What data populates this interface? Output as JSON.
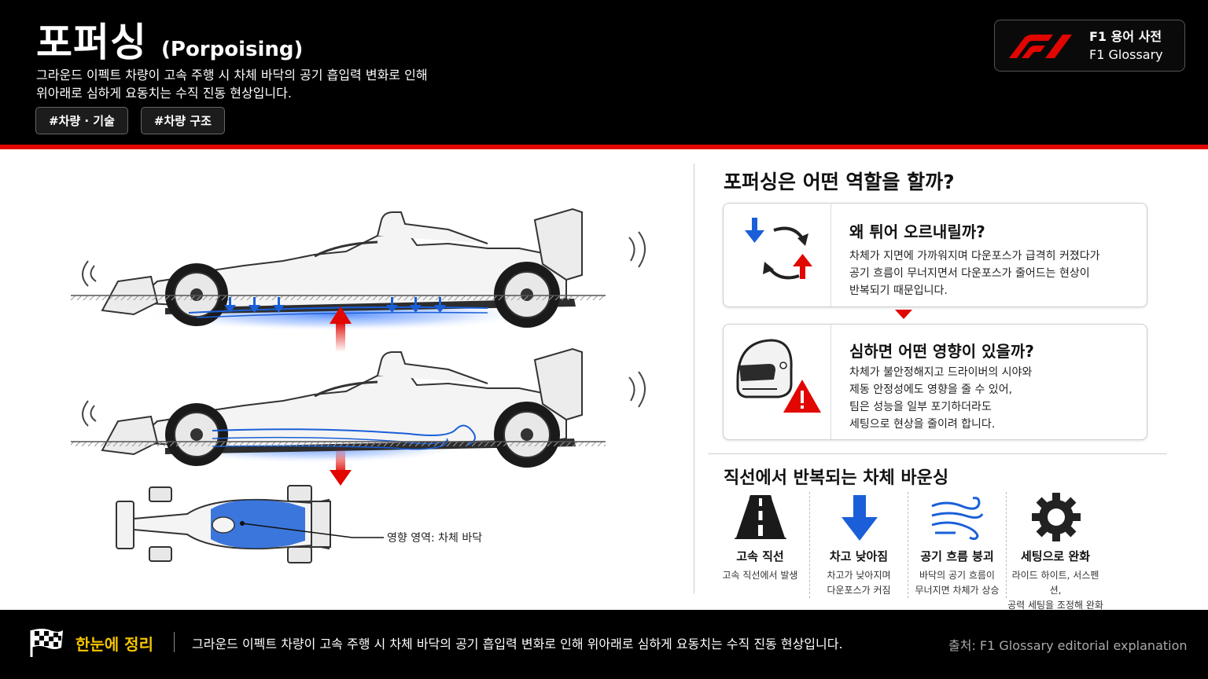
{
  "header": {
    "title_ko": "포퍼싱",
    "title_en": "(Porpoising)",
    "subtitle_line1": "그라운드 이펙트 차량이 고속 주행 시 차체 바닥의 공기 흡입력 변화로 인해",
    "subtitle_line2": "위아래로 심하게 요동치는 수직 진동 현상입니다.",
    "tags": [
      "#차량 · 기술",
      "#차량 구조"
    ],
    "logo_line1": "F1 용어 사전",
    "logo_line2": "F1 Glossary"
  },
  "illustration": {
    "impact_label": "영향 영역: 차체 바닥"
  },
  "right": {
    "question_title": "포퍼싱은 어떤 역할을 할까?",
    "cards": [
      {
        "title": "왜 튀어 오르내릴까?",
        "lines": [
          "차체가 지면에 가까워지며 다운포스가 급격히 커졌다가",
          "공기 흐름이 무너지면서 다운포스가 줄어드는 현상이",
          "반복되기 때문입니다."
        ],
        "icon": "cycle-arrows-icon"
      },
      {
        "title": "심하면 어떤 영향이 있을까?",
        "lines": [
          "차체가 불안정해지고 드라이버의 시야와",
          "제동 안정성에도 영향을 줄 수 있어,",
          "팀은 성능을 일부 포기하더라도",
          "세팅으로 현상을 줄이려 합니다."
        ],
        "icon": "helmet-warning-icon"
      }
    ],
    "bounce_title": "직선에서 반복되는 차체 바운싱",
    "steps": [
      {
        "title": "고속 직선",
        "desc_lines": [
          "고속 직선에서 발생"
        ],
        "icon": "road-icon"
      },
      {
        "title": "차고 낮아짐",
        "desc_lines": [
          "차고가 낮아지며",
          "다운포스가 커짐"
        ],
        "icon": "down-arrow-icon"
      },
      {
        "title": "공기 흐름 붕괴",
        "desc_lines": [
          "바닥의 공기 흐름이",
          "무너지면 차체가 상승"
        ],
        "icon": "wind-icon"
      },
      {
        "title": "세팅으로 완화",
        "desc_lines": [
          "라이드 하이트, 서스펜션,",
          "공력 세팅을 조정해 완화"
        ],
        "icon": "gear-icon"
      }
    ]
  },
  "footer": {
    "summary_label": "한눈에 정리",
    "summary_text": "그라운드 이펙트 차량이 고속 주행 시 차체 바닥의 공기 흡입력 변화로 인해 위아래로 심하게 요동치는 수직 진동 현상입니다.",
    "source": "출처: F1 Glossary editorial explanation"
  },
  "colors": {
    "accent_red": "#e10600",
    "airflow_blue": "#1a5fd8",
    "highlight_yellow": "#f5c400"
  }
}
